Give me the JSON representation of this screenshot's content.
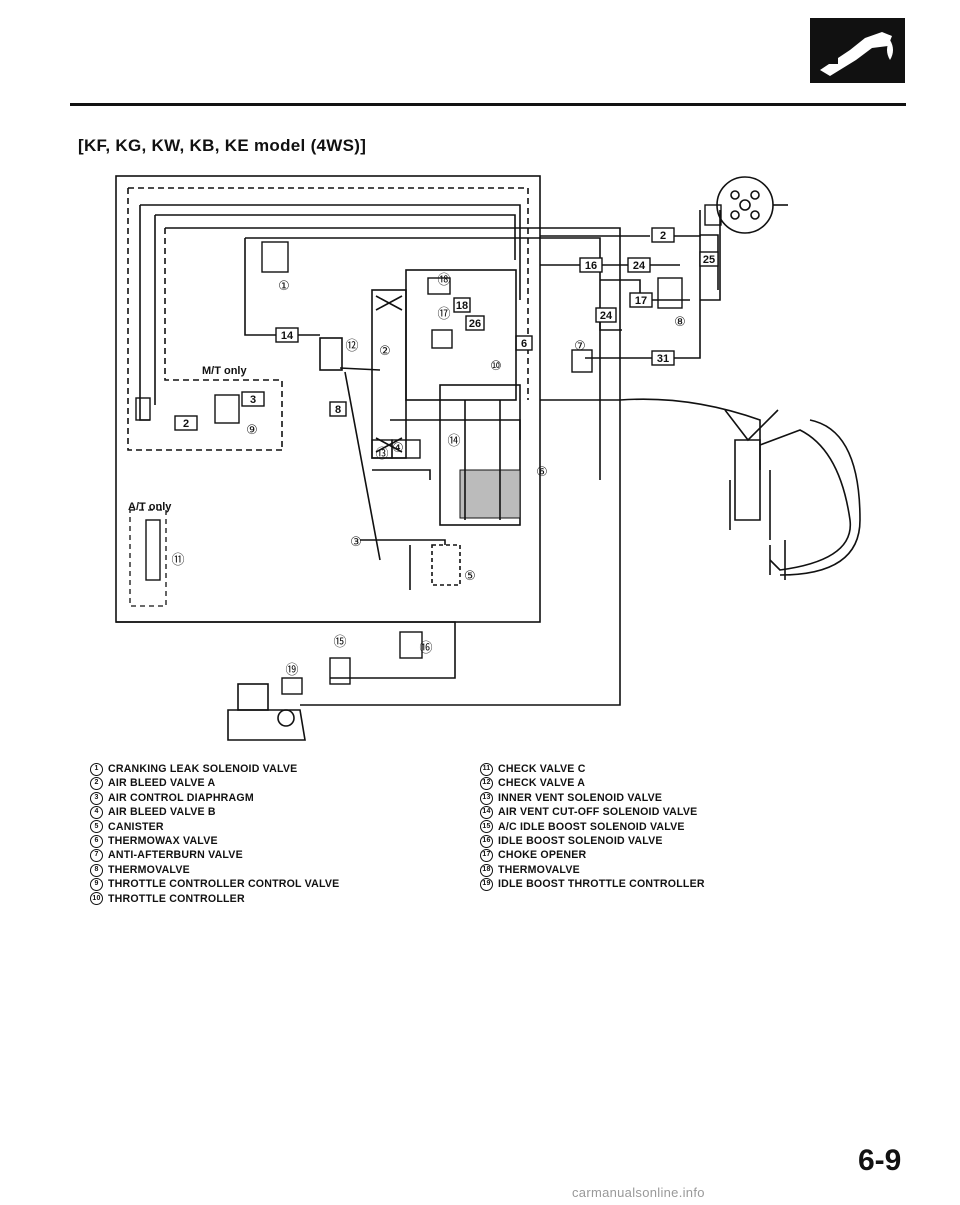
{
  "page": {
    "heading": "[KF, KG, KW, KB, KE model (4WS)]",
    "page_number": "6-9",
    "footer_watermark": "carmanualsonline.info"
  },
  "diagram_labels": {
    "mt_only": "M/T only",
    "at_only": "A/T only"
  },
  "hose_tags": [
    "2",
    "16",
    "24",
    "25",
    "17",
    "24",
    "31",
    "14",
    "3",
    "2",
    "8",
    "18",
    "26",
    "6"
  ],
  "callouts": [
    "①",
    "②",
    "③",
    "④",
    "⑤",
    "⑥",
    "⑦",
    "⑧",
    "⑨",
    "⑩",
    "⑪",
    "⑫",
    "⑬",
    "⑭",
    "⑮",
    "⑯",
    "⑰",
    "⑱",
    "⑲"
  ],
  "legend_left": [
    {
      "num": "1",
      "text": "CRANKING LEAK SOLENOID VALVE"
    },
    {
      "num": "2",
      "text": "AIR BLEED VALVE A"
    },
    {
      "num": "3",
      "text": "AIR CONTROL DIAPHRAGM"
    },
    {
      "num": "4",
      "text": "AIR BLEED VALVE B"
    },
    {
      "num": "5",
      "text": "CANISTER"
    },
    {
      "num": "6",
      "text": "THERMOWAX VALVE"
    },
    {
      "num": "7",
      "text": "ANTI-AFTERBURN VALVE"
    },
    {
      "num": "8",
      "text": "THERMOVALVE"
    },
    {
      "num": "9",
      "text": "THROTTLE CONTROLLER CONTROL VALVE"
    },
    {
      "num": "10",
      "text": "THROTTLE CONTROLLER"
    }
  ],
  "legend_right": [
    {
      "num": "11",
      "text": "CHECK VALVE C"
    },
    {
      "num": "12",
      "text": "CHECK VALVE A"
    },
    {
      "num": "13",
      "text": "INNER VENT SOLENOID VALVE"
    },
    {
      "num": "14",
      "text": "AIR VENT CUT-OFF SOLENOID VALVE"
    },
    {
      "num": "15",
      "text": "A/C IDLE BOOST SOLENOID VALVE"
    },
    {
      "num": "16",
      "text": "IDLE BOOST SOLENOID VALVE"
    },
    {
      "num": "17",
      "text": "CHOKE OPENER"
    },
    {
      "num": "18",
      "text": "THERMOVALVE"
    },
    {
      "num": "19",
      "text": "IDLE BOOST THROTTLE CONTROLLER"
    }
  ]
}
